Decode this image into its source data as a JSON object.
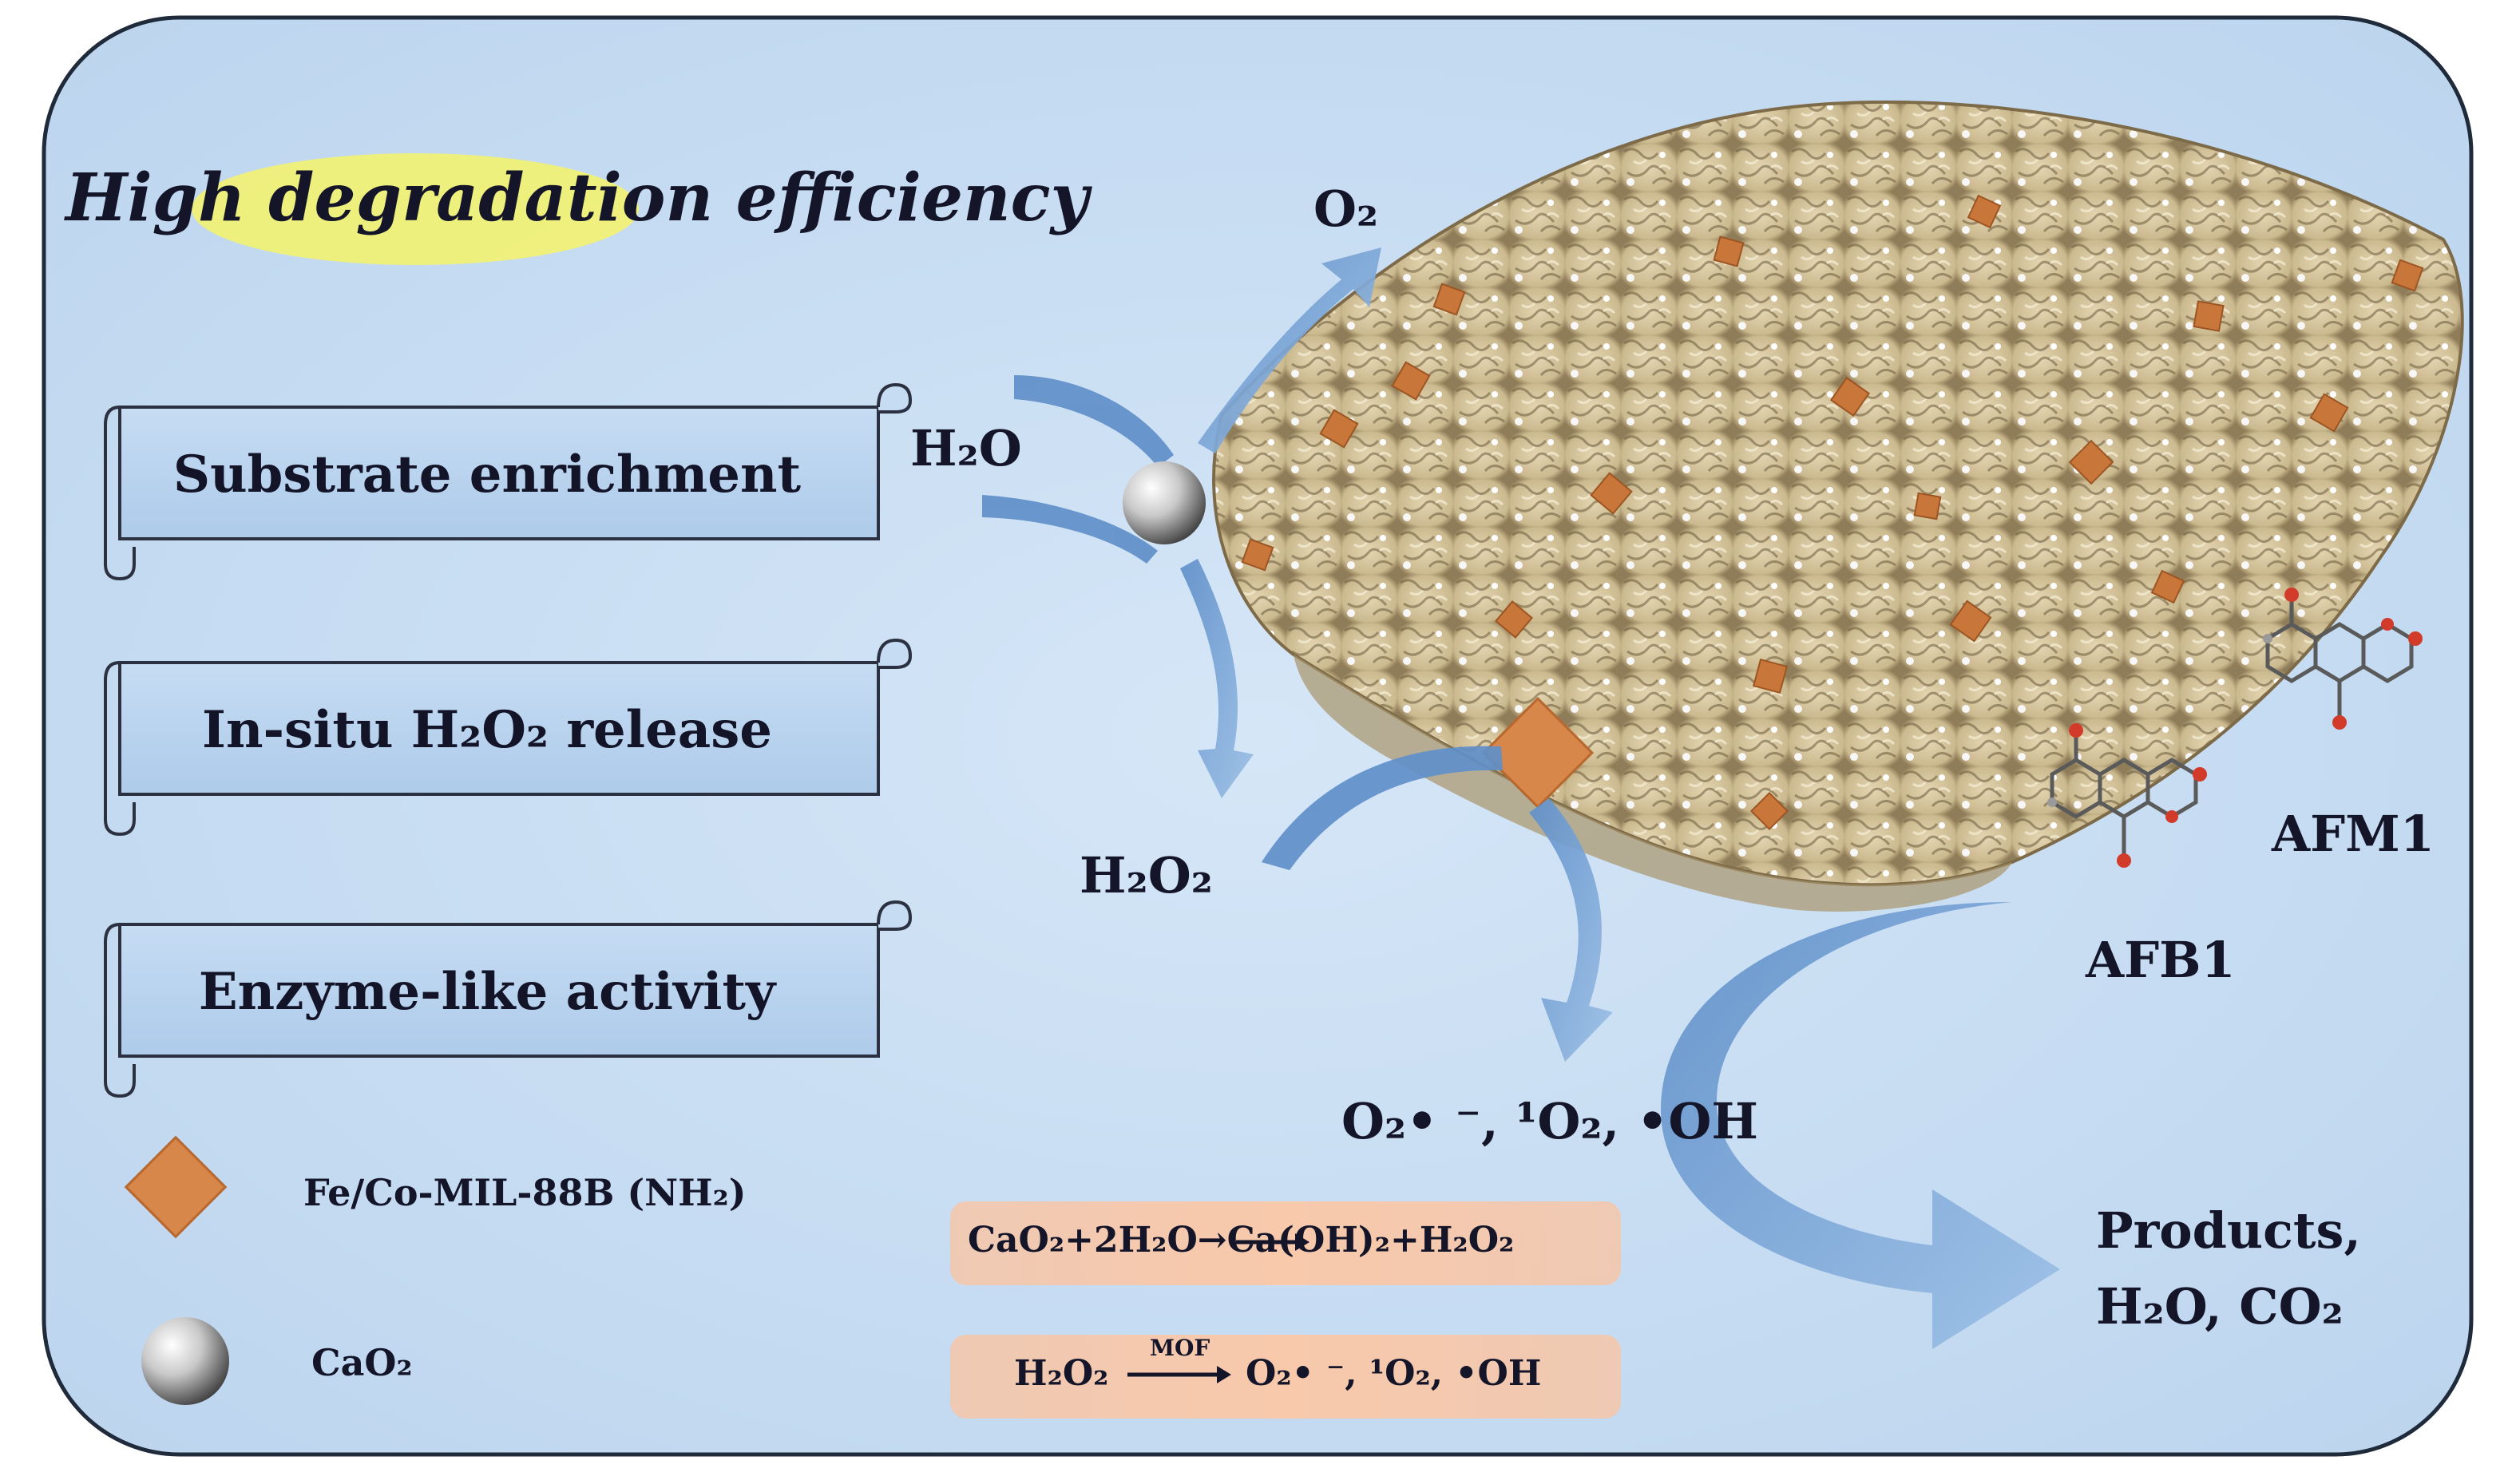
{
  "title": "High degradation efficiency",
  "features": [
    {
      "label": "Substrate enrichment"
    },
    {
      "label": "In-situ H₂O₂ release"
    },
    {
      "label": "Enzyme-like activity"
    }
  ],
  "legend": {
    "mof": "Fe/Co-MIL-88B (NH₂)",
    "cao2": "CaO₂"
  },
  "labels": {
    "o2": "O₂",
    "h2o": "H₂O",
    "h2o2": "H₂O₂",
    "ros": "O₂• ⁻, ¹O₂, •OH",
    "afm1": "AFM1",
    "afb1": "AFB1",
    "products_line1": "Products,",
    "products_line2": "H₂O, CO₂"
  },
  "equations": {
    "eq1": "CaO₂+2H₂O→Ca(OH)₂+H₂O₂",
    "eq2_left": "H₂O₂",
    "eq2_catalyst": "MOF",
    "eq2_right": "O₂• ⁻, ¹O₂, •OH"
  },
  "colors": {
    "panel_bg": "#c6dcf1",
    "panel_border": "#1f2a3a",
    "banner_fill": "#b9d4ef",
    "title_highlight": "#f6f36a",
    "arrow_blue": "#7aa7d8",
    "mof_orange": "#d8874a",
    "equation_bg": "#f7c7a8",
    "sponge": "#d9caa4"
  }
}
